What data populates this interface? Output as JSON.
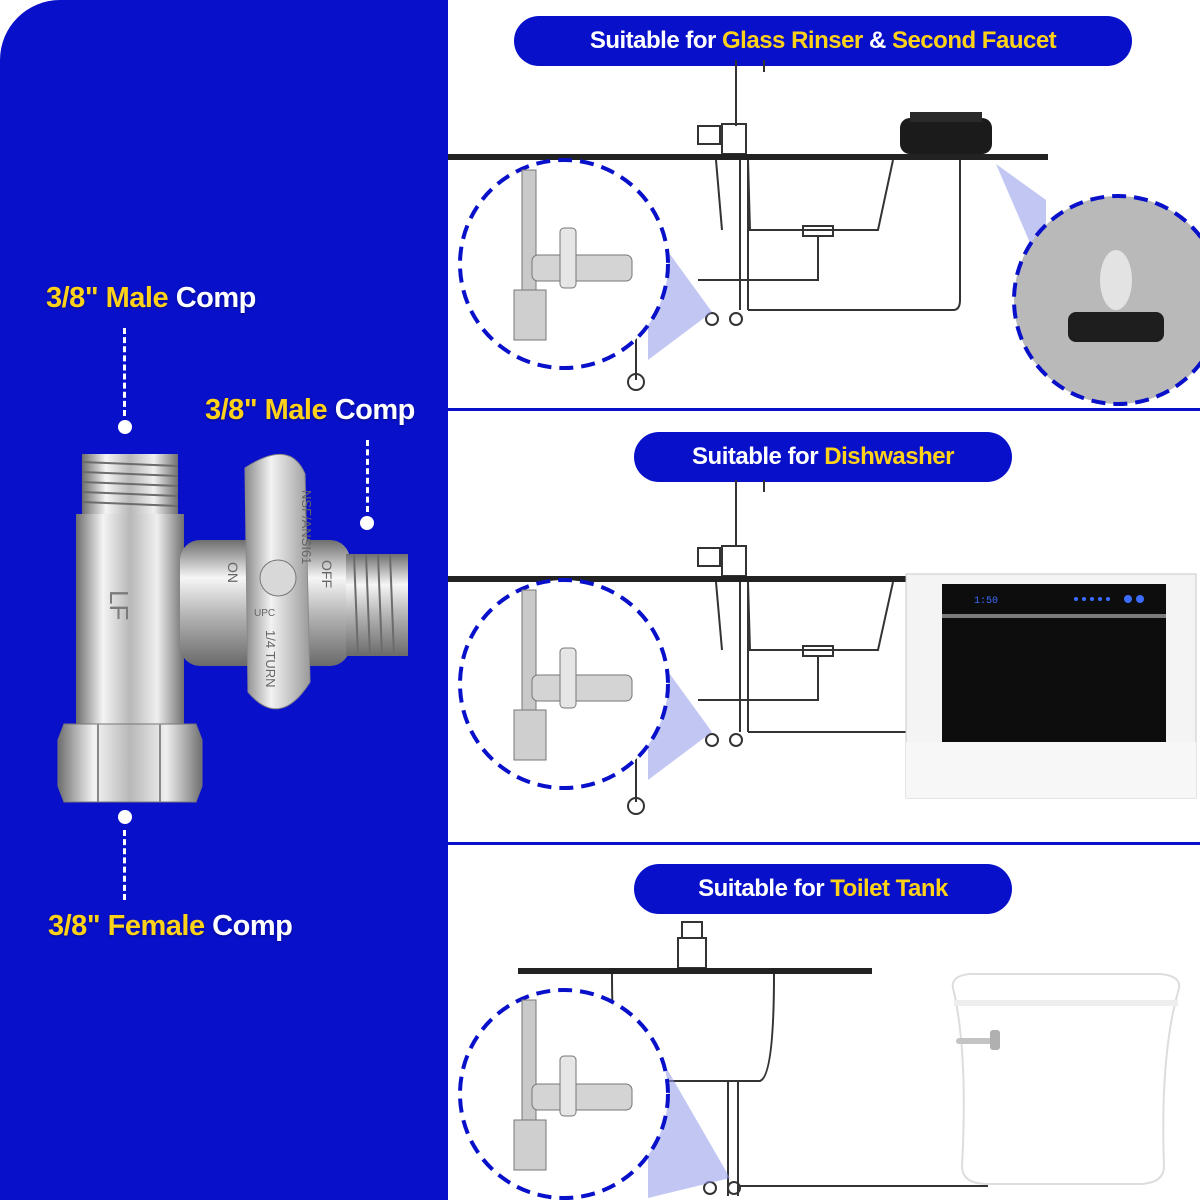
{
  "left": {
    "top_male": {
      "size": "3/8\"",
      "kind": "Male",
      "suffix": "Comp"
    },
    "side_male": {
      "size": "3/8\"",
      "kind": "Male",
      "suffix": "Comp"
    },
    "bottom_female": {
      "size": "3/8\"",
      "kind": "Female",
      "suffix": "Comp"
    }
  },
  "valve_marks": {
    "handle": "NSF/ANSI61",
    "on": "ON",
    "off": "OFF",
    "turn": "1/4 TURN",
    "body": "LF",
    "cert": "UPC"
  },
  "sections": [
    {
      "prefix": "Suitable for",
      "hl1": "Glass Rinser",
      "mid": "&",
      "hl2": "Second Faucet"
    },
    {
      "prefix": "Suitable for",
      "hl1": "Dishwasher"
    },
    {
      "prefix": "Suitable for",
      "hl1": "Toilet Tank"
    }
  ],
  "dishwasher_display": "1:50",
  "colors": {
    "brand_blue": "#0810c9",
    "highlight_yellow": "#ffd21a"
  }
}
